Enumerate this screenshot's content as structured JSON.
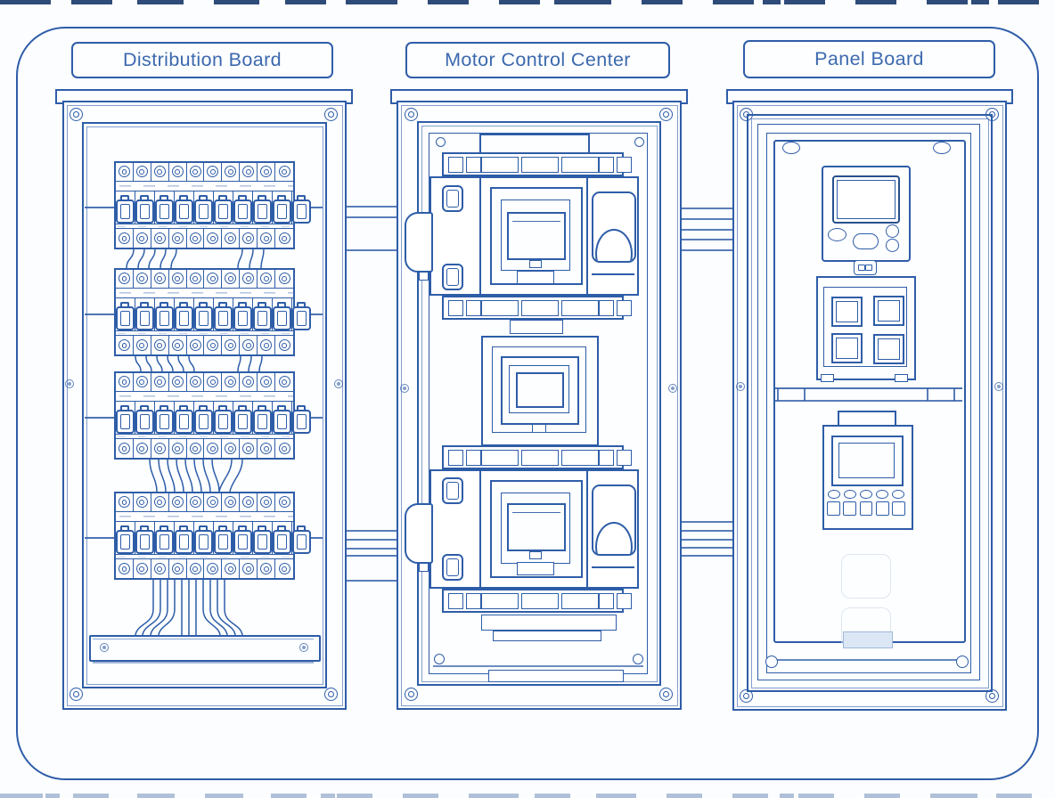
{
  "sheet": {
    "style": "blueprint-line-drawing",
    "colors": {
      "ink": "#2e5da8",
      "ink_dark": "#27508f",
      "label_text": "#3c69ae",
      "paper": "#fcfdff",
      "ghost_outline": "#dce6f2",
      "edge_dash_top": "#1d3c6e",
      "edge_dash_bottom": "#9db1cf"
    }
  },
  "panels": [
    {
      "id": "distribution-board",
      "label": "Distribution Board",
      "breaker_rows": 4,
      "breakers_per_row": 10,
      "parts": [
        "terminal-screws",
        "breaker-toggles",
        "inter-row-wires",
        "bottom-wire-bundle",
        "wiring-duct"
      ]
    },
    {
      "id": "motor-control-center",
      "label": "Motor Control Center",
      "starter_units": 3,
      "parts": [
        "terminal-strips",
        "display-module",
        "side-handle",
        "indicator-buttons",
        "vent-cutout"
      ]
    },
    {
      "id": "panel-board",
      "label": "Panel Board",
      "modules": [
        "digital-meter",
        "window-grid",
        "keypad-controller",
        "blank-buttons"
      ],
      "parts": [
        "door-frame",
        "mounting-screws",
        "door-slot"
      ]
    }
  ],
  "bus_ducts": [
    {
      "id": "bus-left-top"
    },
    {
      "id": "bus-left-bottom"
    },
    {
      "id": "bus-right-top"
    },
    {
      "id": "bus-right-bottom"
    }
  ]
}
